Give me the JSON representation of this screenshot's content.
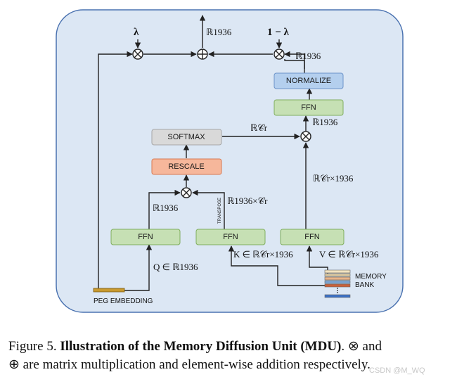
{
  "colors": {
    "panel_fill": "#dce7f4",
    "panel_stroke": "#4a72b0",
    "green": "#c6e0b4",
    "green_stroke": "#7fae5e",
    "blue_box": "#b4cfee",
    "blue_box_stroke": "#6b93c9",
    "orange_box": "#f6b79b",
    "orange_box_stroke": "#d97a52",
    "gray_box": "#d9d9d9",
    "gray_box_stroke": "#a6a6a6"
  },
  "blocks": {
    "ffn_q": "FFN",
    "ffn_k": "FFN",
    "ffn_v": "FFN",
    "ffn_top": "FFN",
    "rescale": "RESCALE",
    "softmax": "SOFTMAX",
    "normalize": "NORMALIZE"
  },
  "labels": {
    "lambda": "λ",
    "one_minus_lambda": "1 − λ",
    "r1936": "ℝ1936",
    "r1936_out": "ℝ1936",
    "r1936_norm": "ℝ1936",
    "r1936_mul": "ℝ1936",
    "r1936_ffn_q": "ℝ1936",
    "r_cr": "ℝ𝒞r",
    "r_cr_x_1936": "ℝ𝒞r×1936",
    "r_1936_x_cr": "ℝ1936×𝒞r",
    "transpose": "TRANSPOSE",
    "q_input": "Q ∈ ℝ1936",
    "k_input": "K ∈ ℝ𝒞r×1936",
    "v_input": "V ∈ ℝ𝒞r×1936",
    "peg_embedding": "PEG EMBEDDING",
    "memory_bank_line1": "MEMORY",
    "memory_bank_line2": "BANK"
  },
  "caption": {
    "figure_label": "Figure 5.",
    "title": "Illustration of the Memory Diffusion Unit (MDU)",
    "rest_line1": ". ⊗ and",
    "line2": "⊕ are matrix multiplication and element-wise addition respectively."
  },
  "watermark": "CSDN @M_WQ"
}
